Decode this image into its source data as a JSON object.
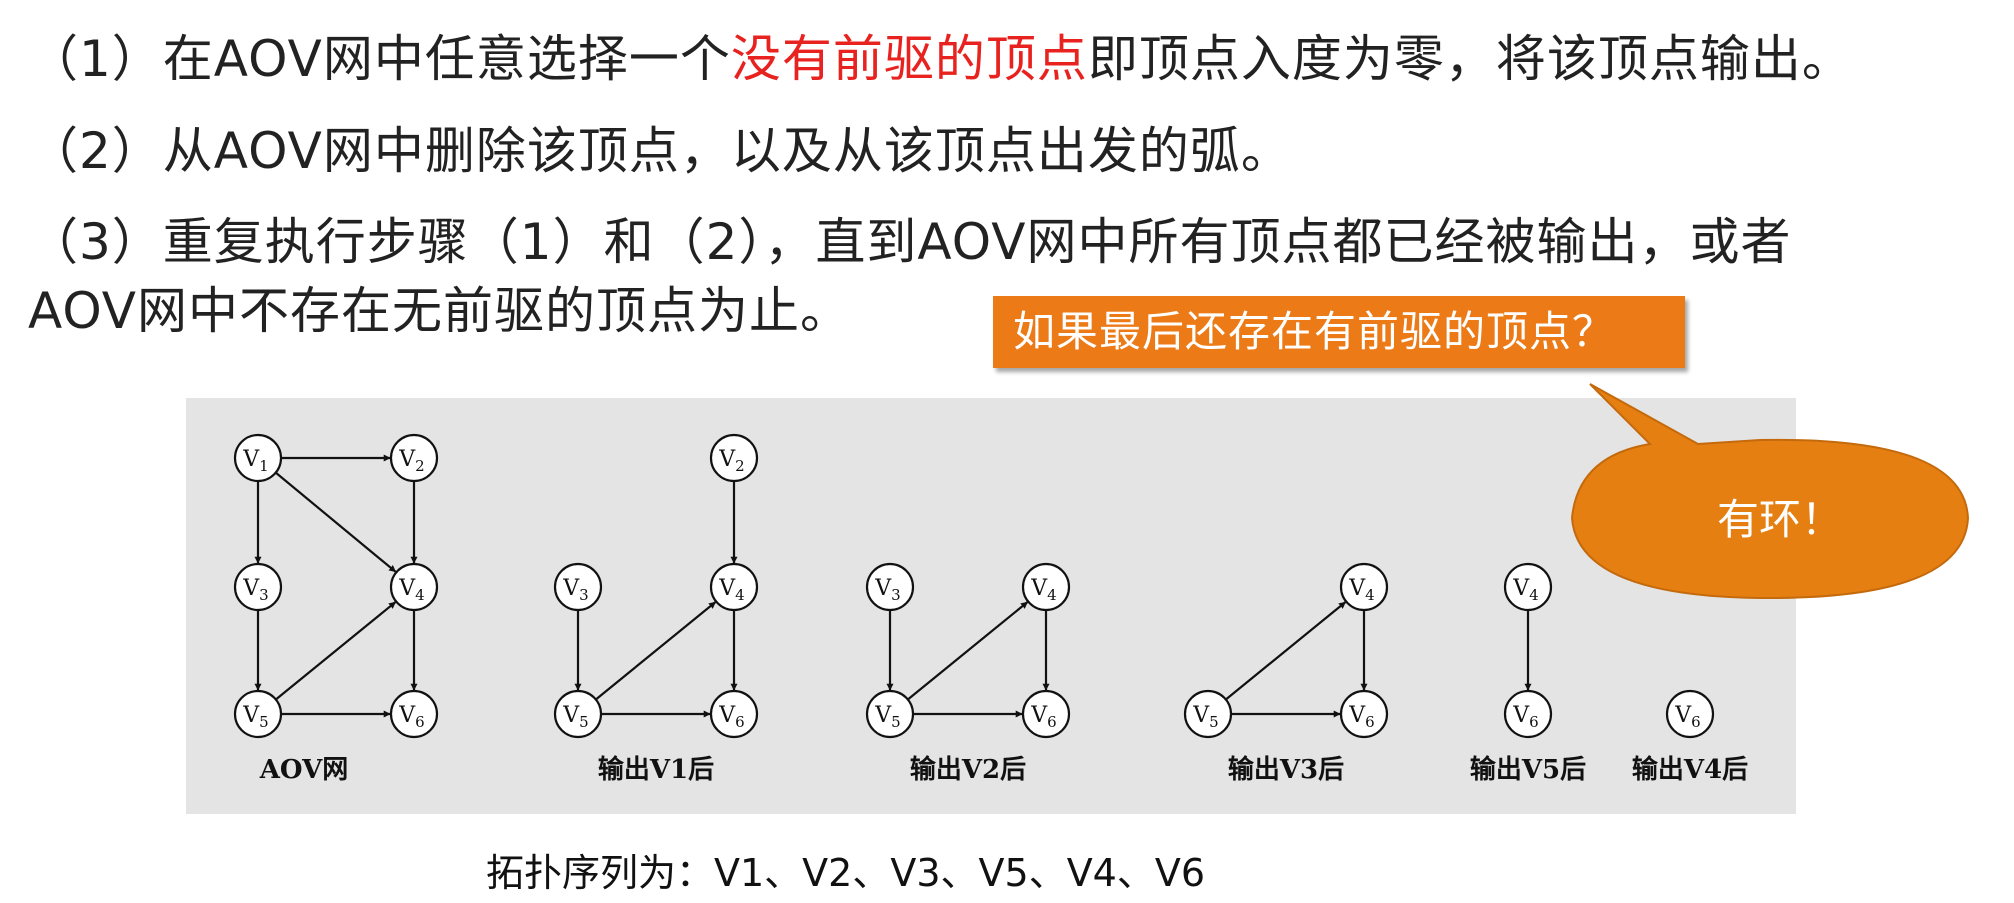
{
  "steps": {
    "step1_pre": "（1）在AOV网中任意选择一个",
    "step1_highlight": "没有前驱的顶点",
    "step1_post": "即顶点入度为零，将该顶点输出。",
    "step2": "（2）从AOV网中删除该顶点，以及从该顶点出发的弧。",
    "step3_line1": "（3）重复执行步骤（1）和（2），直到AOV网中所有顶点都已经被输出，或者",
    "step3_line2": "AOV网中不存在无前驱的顶点为止。"
  },
  "callout": "如果最后还存在有前驱的顶点？",
  "bubble": "有环！",
  "sequence": "拓扑序列为：V1、V2、V3、V5、V4、V6",
  "colors": {
    "highlight": "#e8221e",
    "callout": "#ec7a16",
    "panel": "#e4e4e4"
  },
  "graphs": [
    {
      "caption": "AOV网",
      "nodes": [
        {
          "id": "V1",
          "col": 0,
          "row": 0
        },
        {
          "id": "V2",
          "col": 1,
          "row": 0
        },
        {
          "id": "V3",
          "col": 0,
          "row": 1
        },
        {
          "id": "V4",
          "col": 1,
          "row": 1
        },
        {
          "id": "V5",
          "col": 0,
          "row": 2
        },
        {
          "id": "V6",
          "col": 1,
          "row": 2
        }
      ],
      "edges": [
        [
          "V1",
          "V2"
        ],
        [
          "V1",
          "V3"
        ],
        [
          "V1",
          "V4"
        ],
        [
          "V2",
          "V4"
        ],
        [
          "V3",
          "V5"
        ],
        [
          "V5",
          "V4"
        ],
        [
          "V4",
          "V6"
        ],
        [
          "V5",
          "V6"
        ]
      ]
    },
    {
      "caption": "输出V1后",
      "nodes": [
        {
          "id": "V2",
          "col": 1,
          "row": 0
        },
        {
          "id": "V3",
          "col": 0,
          "row": 1
        },
        {
          "id": "V4",
          "col": 1,
          "row": 1
        },
        {
          "id": "V5",
          "col": 0,
          "row": 2
        },
        {
          "id": "V6",
          "col": 1,
          "row": 2
        }
      ],
      "edges": [
        [
          "V2",
          "V4"
        ],
        [
          "V3",
          "V5"
        ],
        [
          "V5",
          "V4"
        ],
        [
          "V4",
          "V6"
        ],
        [
          "V5",
          "V6"
        ]
      ]
    },
    {
      "caption": "输出V2后",
      "nodes": [
        {
          "id": "V3",
          "col": 0,
          "row": 1
        },
        {
          "id": "V4",
          "col": 1,
          "row": 1
        },
        {
          "id": "V5",
          "col": 0,
          "row": 2
        },
        {
          "id": "V6",
          "col": 1,
          "row": 2
        }
      ],
      "edges": [
        [
          "V3",
          "V5"
        ],
        [
          "V5",
          "V4"
        ],
        [
          "V4",
          "V6"
        ],
        [
          "V5",
          "V6"
        ]
      ]
    },
    {
      "caption": "输出V3后",
      "nodes": [
        {
          "id": "V4",
          "col": 1,
          "row": 1
        },
        {
          "id": "V5",
          "col": 0,
          "row": 2
        },
        {
          "id": "V6",
          "col": 1,
          "row": 2
        }
      ],
      "edges": [
        [
          "V5",
          "V4"
        ],
        [
          "V4",
          "V6"
        ],
        [
          "V5",
          "V6"
        ]
      ]
    },
    {
      "caption": "输出V5后",
      "nodes": [
        {
          "id": "V4",
          "col": 0,
          "row": 1
        },
        {
          "id": "V6",
          "col": 0,
          "row": 2
        }
      ],
      "edges": [
        [
          "V4",
          "V6"
        ]
      ]
    },
    {
      "caption": "输出V4后",
      "nodes": [
        {
          "id": "V6",
          "col": 0,
          "row": 2
        }
      ],
      "edges": []
    }
  ]
}
